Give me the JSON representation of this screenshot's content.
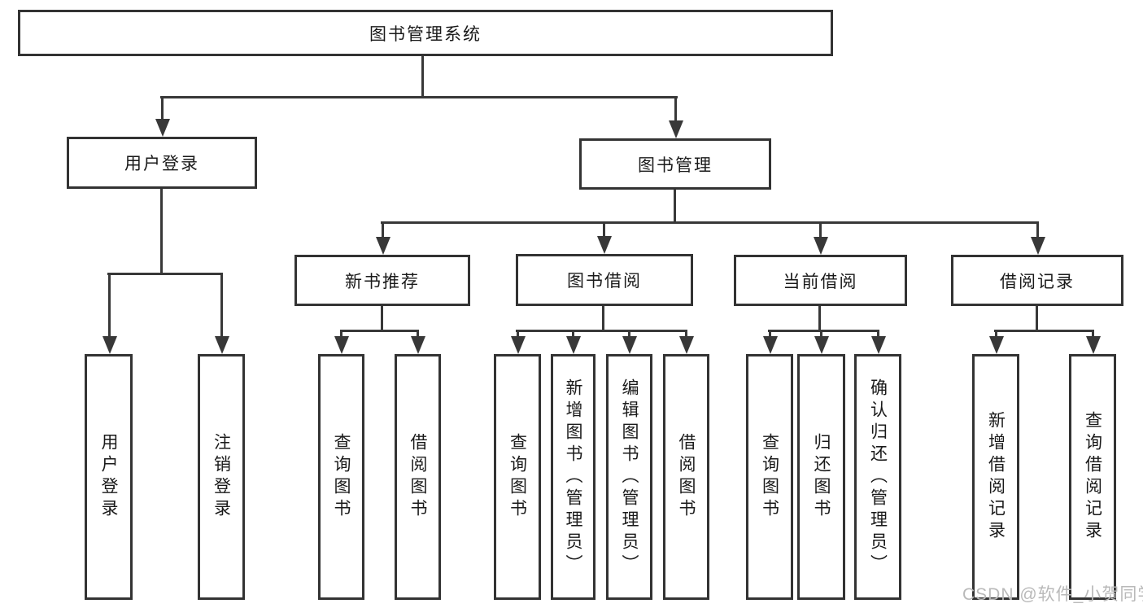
{
  "diagram": {
    "root": {
      "label": "图书管理系统",
      "children": [
        {
          "label": "用户登录",
          "children": [
            {
              "label": "用户登录"
            },
            {
              "label": "注销登录"
            }
          ]
        },
        {
          "label": "图书管理",
          "children": [
            {
              "label": "新书推荐",
              "children": [
                {
                  "label": "查询图书"
                },
                {
                  "label": "借阅图书"
                }
              ]
            },
            {
              "label": "图书借阅",
              "children": [
                {
                  "label": "查询图书"
                },
                {
                  "label": "新增图书（管理员）"
                },
                {
                  "label": "编辑图书（管理员）"
                },
                {
                  "label": "借阅图书"
                }
              ]
            },
            {
              "label": "当前借阅",
              "children": [
                {
                  "label": "查询图书"
                },
                {
                  "label": "归还图书"
                },
                {
                  "label": "确认归还（管理员）"
                }
              ]
            },
            {
              "label": "借阅记录",
              "children": [
                {
                  "label": "新增借阅记录"
                },
                {
                  "label": "查询借阅记录"
                }
              ]
            }
          ]
        }
      ]
    },
    "watermark": "CSDN @软件_小贺同学",
    "colors": {
      "background": "#ffffff",
      "box_border": "#333333",
      "line": "#383838",
      "text": "#1a1a1a",
      "watermark": "#b9b9b9"
    }
  }
}
